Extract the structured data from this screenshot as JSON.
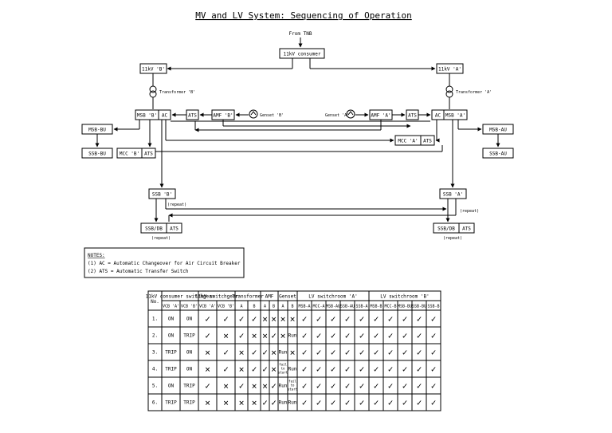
{
  "title": "MV and LV System: Sequencing of Operation",
  "diagram": {
    "from_tnb": "From TNB",
    "consumer_11kv": "11kV consumer",
    "kv11_b": "11kV 'B'",
    "kv11_a": "11kV 'A'",
    "transformer_b": "Transformer 'B'",
    "transformer_a": "Transformer 'A'",
    "msb_b": "MSB 'B'",
    "msb_a": "MSB 'A'",
    "ac": "AC",
    "ats": "ATS",
    "amf_b": "AMF 'B'",
    "amf_a": "AMF 'A'",
    "genset_b": "Genset 'B'",
    "genset_a": "Genset 'A'",
    "msb_bu": "MSB-BU",
    "msb_au": "MSB-AU",
    "ssb_bu": "SSB-BU",
    "ssb_au": "SSB-AU",
    "mcc_b": "MCC 'B'",
    "mcc_a": "MCC 'A'",
    "ssb_b": "SSB 'B'",
    "ssb_a": "SSB 'A'",
    "ssb_db": "SSB/DB",
    "repeat": "(repeat)"
  },
  "notes": {
    "heading": "NOTES:",
    "line1": "(1) AC = Automatic Changeover for Air Circuit Breaker",
    "line2": "(2) ATS = Automatic Transfer Switch"
  },
  "table": {
    "headers": {
      "no": "No.",
      "consumer": "11kV consumer switchgear",
      "switchgear": "11kV switchgear",
      "transformer": "Transformer",
      "amf": "AMF",
      "genset": "Genset",
      "lv_a": "LV switchroom 'A'",
      "lv_b": "LV switchroom 'B'"
    },
    "sub_headers": [
      "VCB 'A'",
      "VCB 'B'",
      "VCB 'A'",
      "VCB 'B'",
      "A",
      "B",
      "A",
      "B",
      "A",
      "B",
      "MSB-A",
      "MCC-A",
      "MSB-AU",
      "SSB-AU",
      "SSB-A",
      "MSB-B",
      "MCC-B",
      "MSB-BU",
      "SSB-BU",
      "SSB-B"
    ],
    "rows": [
      {
        "no": "1.",
        "cells": [
          "ON",
          "ON",
          "check",
          "check",
          "check",
          "check",
          "cross",
          "cross",
          "cross",
          "cross",
          "check",
          "check",
          "check",
          "check",
          "check",
          "check",
          "check",
          "check",
          "check",
          "check"
        ]
      },
      {
        "no": "2.",
        "cells": [
          "ON",
          "TRIP",
          "check",
          "cross",
          "check",
          "cross",
          "cross",
          "check",
          "cross",
          "Run",
          "check",
          "check",
          "check",
          "check",
          "check",
          "check",
          "check",
          "check",
          "check",
          "check"
        ]
      },
      {
        "no": "3.",
        "cells": [
          "TRIP",
          "ON",
          "cross",
          "check",
          "cross",
          "check",
          "check",
          "cross",
          "Run",
          "cross",
          "check",
          "check",
          "check",
          "check",
          "check",
          "check",
          "check",
          "check",
          "check",
          "check"
        ]
      },
      {
        "no": "4.",
        "cells": [
          "TRIP",
          "ON",
          "cross",
          "check",
          "cross",
          "check",
          "check",
          "cross",
          "fail",
          "Run",
          "check",
          "check",
          "check",
          "check",
          "check",
          "check",
          "check",
          "check",
          "check",
          "check"
        ]
      },
      {
        "no": "5.",
        "cells": [
          "ON",
          "TRIP",
          "check",
          "cross",
          "check",
          "cross",
          "cross",
          "check",
          "Run",
          "fail",
          "check",
          "check",
          "check",
          "check",
          "check",
          "check",
          "check",
          "check",
          "check",
          "check"
        ]
      },
      {
        "no": "6.",
        "cells": [
          "TRIP",
          "TRIP",
          "cross",
          "cross",
          "cross",
          "cross",
          "check",
          "check",
          "Run",
          "Run",
          "check",
          "check",
          "check",
          "check",
          "check",
          "check",
          "check",
          "check",
          "check",
          "check"
        ]
      }
    ],
    "fail_text": [
      "fail",
      "to",
      "start"
    ]
  }
}
